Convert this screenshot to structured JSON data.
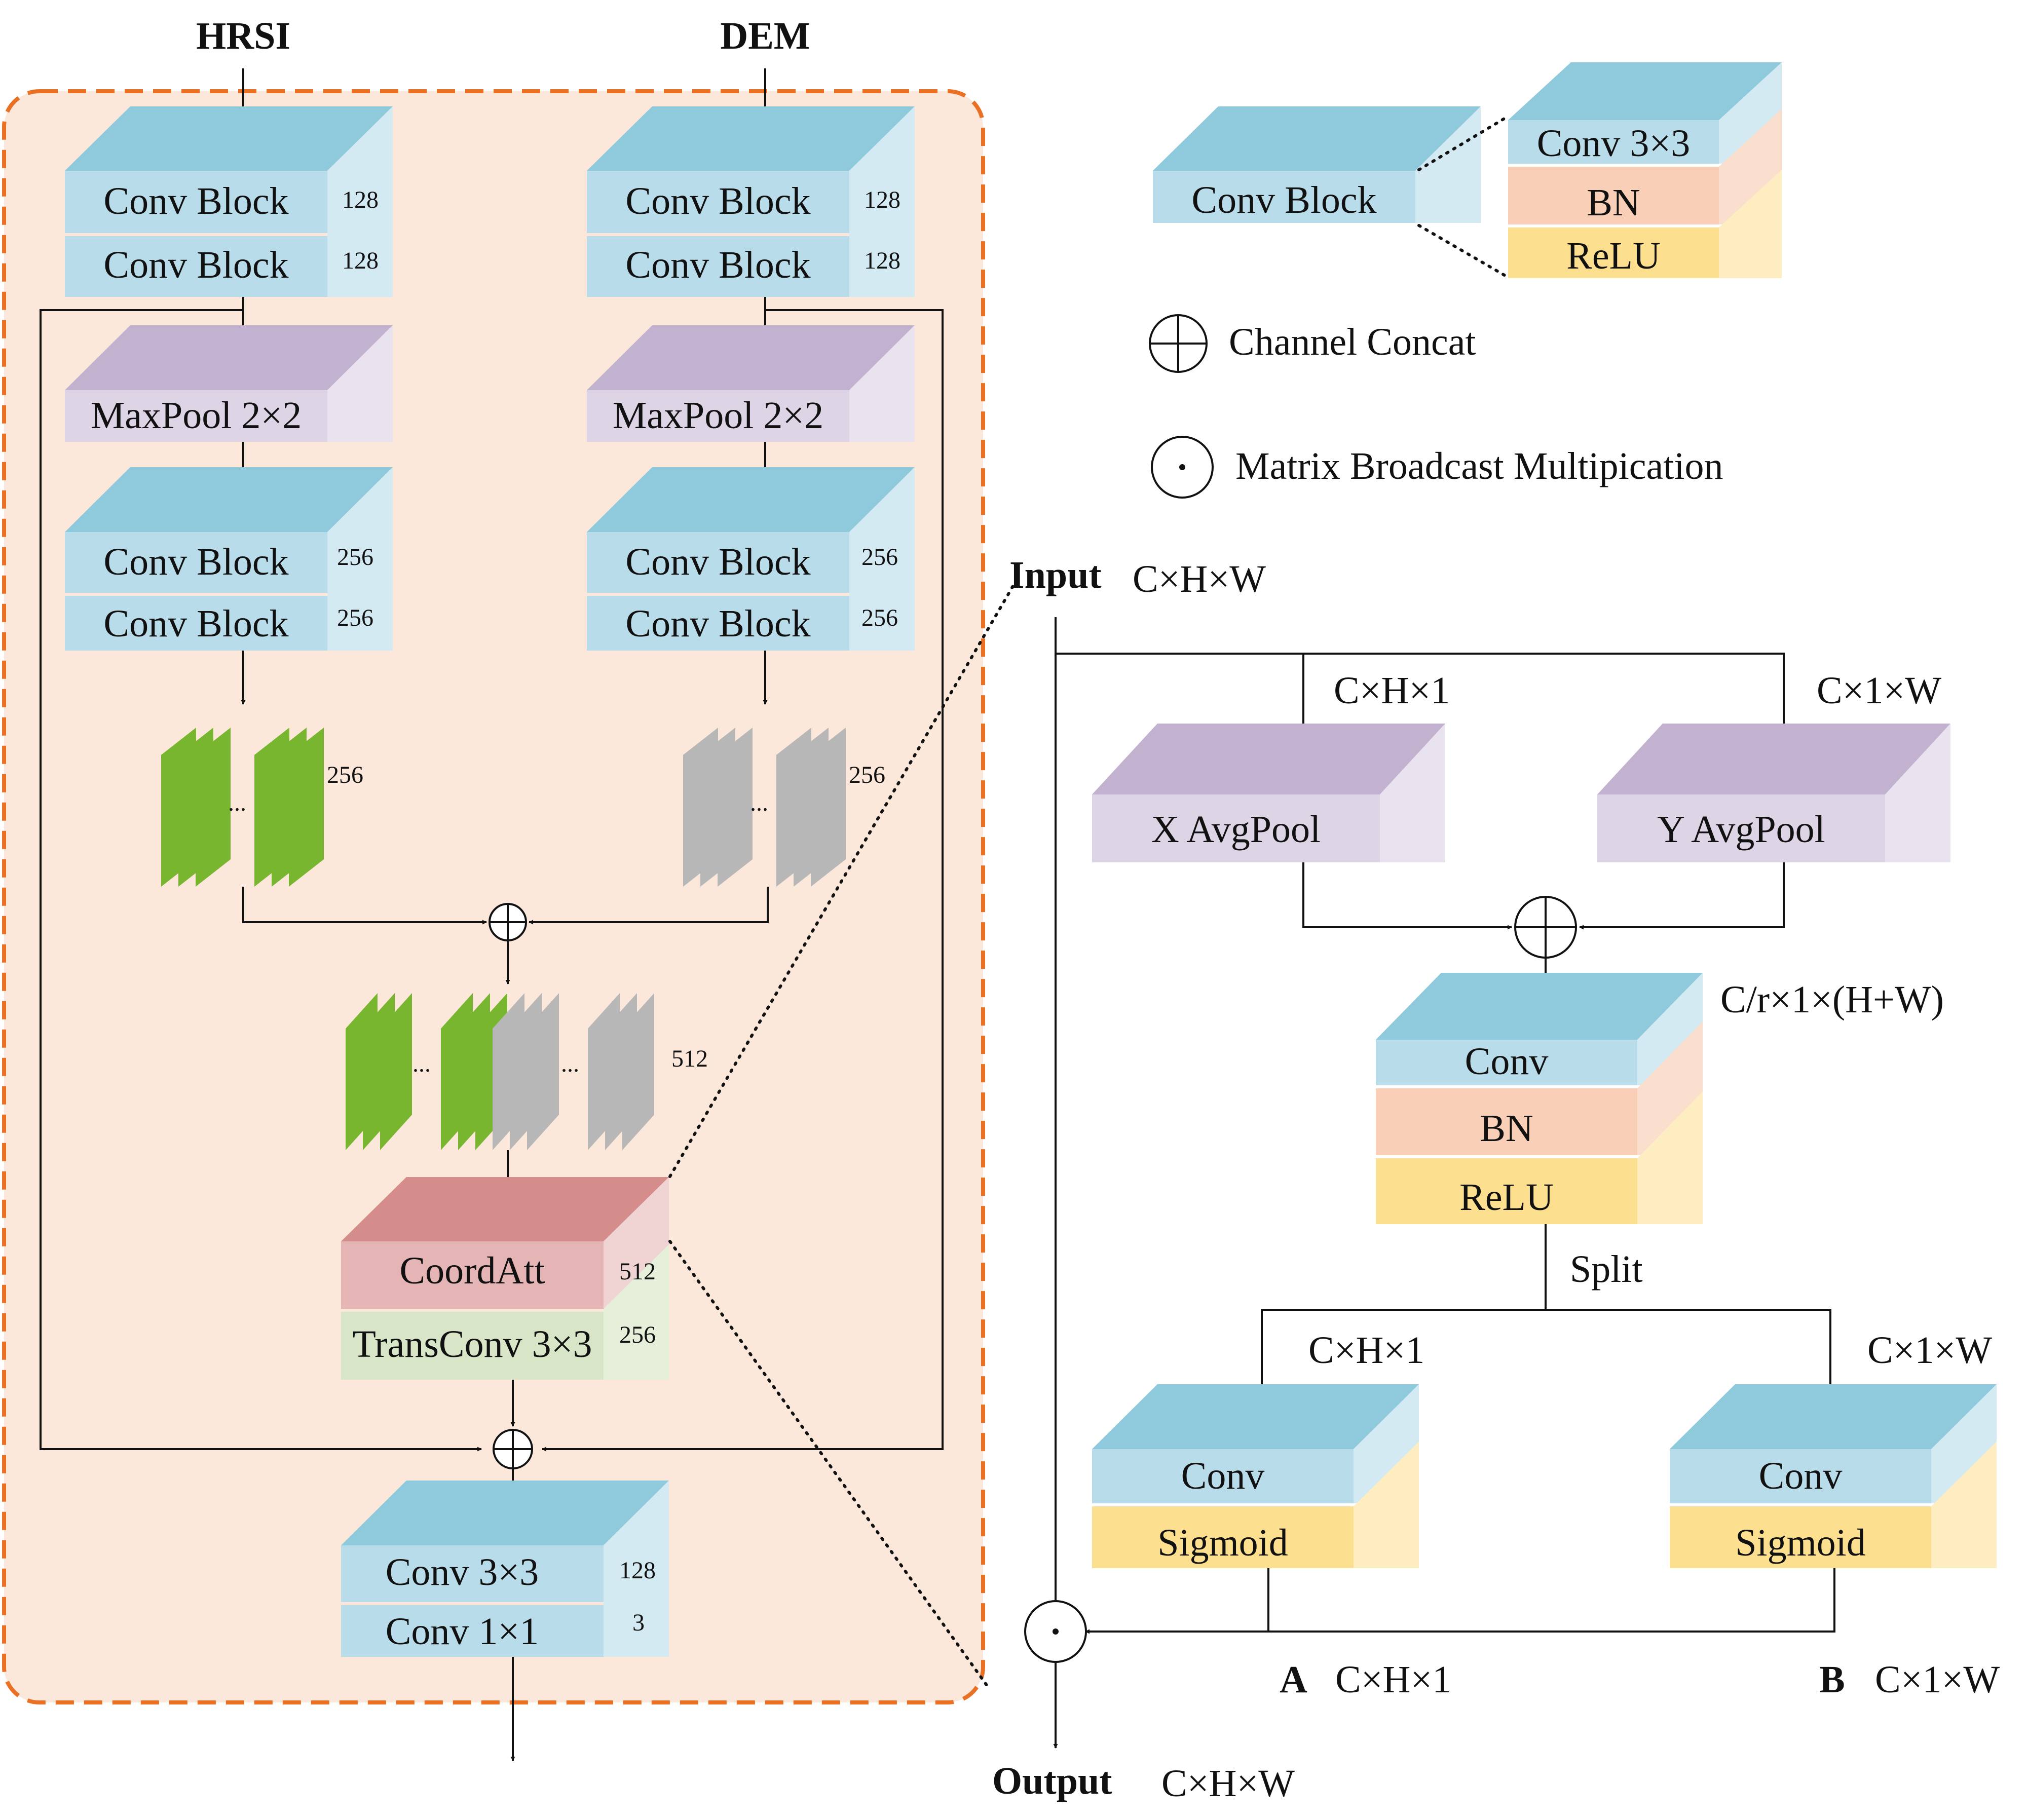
{
  "inputs": {
    "hrsi": "HRSI",
    "dem": "DEM"
  },
  "encoder": {
    "conv_block": "Conv Block",
    "maxpool": "MaxPool 2×2",
    "ch_128": "128",
    "ch_256": "256",
    "dots": "..."
  },
  "fusion": {
    "ch_512": "512",
    "dots": "..."
  },
  "decoder": {
    "coordatt": "CoordAtt",
    "transconv": "TransConv 3×3",
    "ch_512": "512",
    "ch_256": "256",
    "conv3": "Conv 3×3",
    "conv1": "Conv 1×1",
    "ch_128": "128",
    "ch_3": "3"
  },
  "legend": {
    "conv_block": "Conv Block",
    "conv3": "Conv 3×3",
    "bn": "BN",
    "relu": "ReLU",
    "concat": "Channel Concat",
    "mult": "Matrix Broadcast Multipication"
  },
  "coord_att": {
    "input": "Input",
    "input_dim": "C×H×W",
    "xh_dim": "C×H×1",
    "yw_dim": "C×1×W",
    "x_pool": "X AvgPool",
    "y_pool": "Y AvgPool",
    "mid_dim": "C/r×1×(H+W)",
    "conv": "Conv",
    "bn": "BN",
    "relu": "ReLU",
    "split": "Split",
    "a_dim": "C×H×1",
    "b_dim": "C×1×W",
    "sigmoid": "Sigmoid",
    "a_label": "A",
    "a_dim2": "C×H×1",
    "b_label": "B",
    "b_dim2": "C×1×W",
    "output": "Output",
    "output_dim": "C×H×W"
  },
  "colors": {
    "conv_front": "#b9dcea",
    "conv_top": "#8ec9dc",
    "conv_side": "#d4eaf3",
    "pool_front": "#ddd5e6",
    "pool_top": "#c2b2cf",
    "pool_side": "#e8e3ef",
    "bn_front": "#f9d0b7",
    "bn_side": "#fbdfce",
    "relu_front": "#fde08f",
    "relu_side": "#fdedc0",
    "coord_front": "#e5b4b4",
    "coord_top": "#d48d8b",
    "coord_side": "#f0d3d3",
    "trans_front": "#d8e6c7",
    "trans_side": "#e5efd9",
    "panel_bg": "#fbe8da",
    "panel_border": "#ea7123",
    "green": "#77b62e",
    "grey": "#b7b7b7"
  }
}
